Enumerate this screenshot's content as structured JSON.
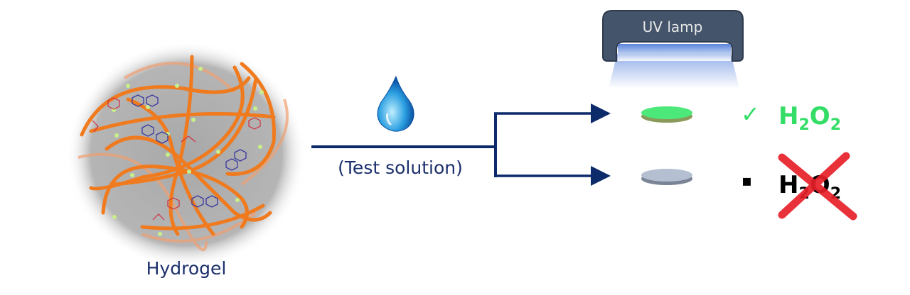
{
  "hydrogel": {
    "label": "Hydrogel"
  },
  "step": {
    "label": "(Test solution)",
    "icon": "water-drop-icon"
  },
  "lamp": {
    "label": "UV lamp"
  },
  "results": {
    "positive": {
      "mark": "✓",
      "formula_main": "H",
      "sub1": "2",
      "formula_mid": "O",
      "sub2": "2",
      "color": "#33dd66"
    },
    "negative": {
      "mark": "▪",
      "formula_main": "H",
      "sub1": "2",
      "formula_mid": "O",
      "sub2": "2",
      "cross_color": "#e8202a"
    }
  },
  "colors": {
    "arrow": "#0d2a6b",
    "polymer": "#f07a1e",
    "lamp": "#44546a",
    "text": "#1a2f6b"
  }
}
